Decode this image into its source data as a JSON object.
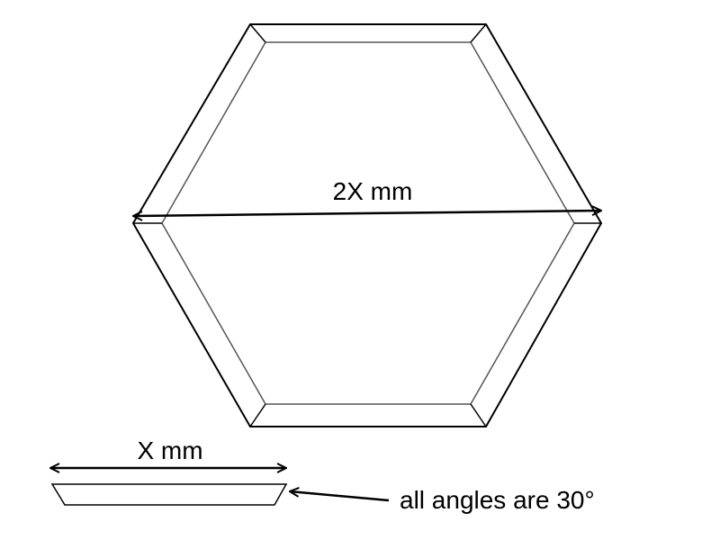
{
  "diagram": {
    "width_label": "2X mm",
    "piece_label": "X mm",
    "note": "all angles are 30°"
  },
  "colors": {
    "stroke": "#000000",
    "inner_stroke": "#555555",
    "background": "#ffffff"
  }
}
